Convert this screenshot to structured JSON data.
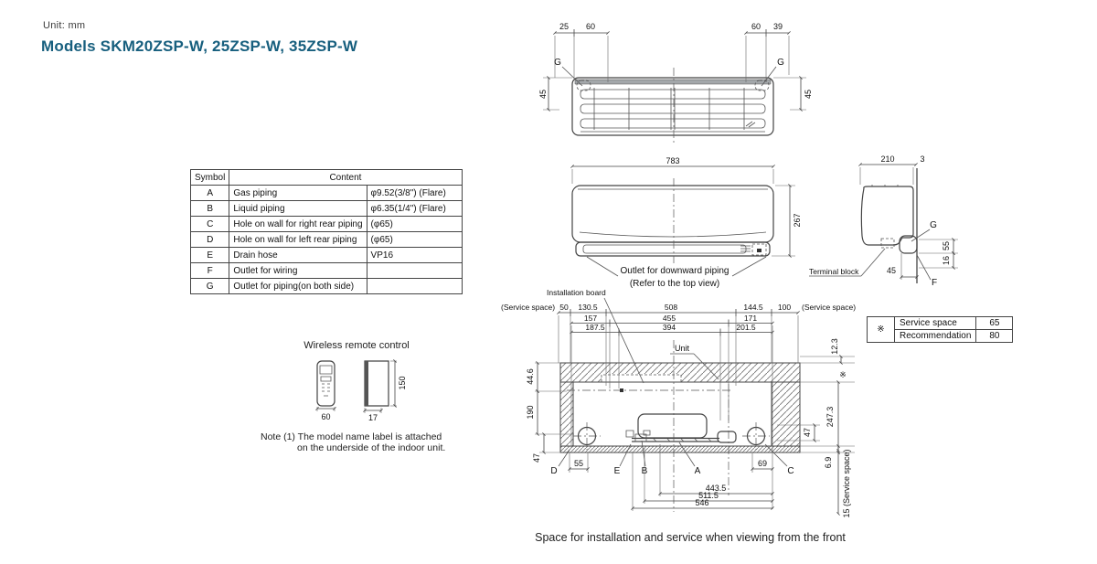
{
  "header": {
    "unit_label": "Unit: mm",
    "title": "Models SKM20ZSP-W, 25ZSP-W, 35ZSP-W"
  },
  "symbol_table": {
    "col_symbol": "Symbol",
    "col_content": "Content",
    "rows": [
      {
        "symbol": "A",
        "label": "Gas piping",
        "value": "φ9.52(3/8\") (Flare)"
      },
      {
        "symbol": "B",
        "label": "Liquid piping",
        "value": "φ6.35(1/4\") (Flare)"
      },
      {
        "symbol": "C",
        "label": "Hole on wall for right rear piping",
        "value": "(φ65)"
      },
      {
        "symbol": "D",
        "label": "Hole on wall for left rear piping",
        "value": "(φ65)"
      },
      {
        "symbol": "E",
        "label": "Drain hose",
        "value": "VP16"
      },
      {
        "symbol": "F",
        "label": "Outlet for wiring",
        "value": ""
      },
      {
        "symbol": "G",
        "label": "Outlet for piping(on both side)",
        "value": ""
      }
    ]
  },
  "remote": {
    "title": "Wireless remote control",
    "width": "60",
    "height": "150",
    "depth": "17",
    "note_line1": "Note (1) The model name label is attached",
    "note_line2": "on the underside of the indoor unit."
  },
  "top_view": {
    "dim_25": "25",
    "dim_60_left": "60",
    "dim_60_right": "60",
    "dim_39": "39",
    "dim_45_left": "45",
    "dim_45_right": "45",
    "g_left": "G",
    "g_right": "G"
  },
  "front_view": {
    "width": "783",
    "height": "267",
    "outlet_label": "Outlet for downward piping",
    "outlet_sub": "(Refer to the top view)"
  },
  "side_view": {
    "depth": "210",
    "wall_gap": "3",
    "terminal_label": "Terminal block",
    "dim_45": "45",
    "dim_55": "55",
    "dim_16": "16",
    "g": "G",
    "f": "F"
  },
  "install": {
    "board_label": "Installation board",
    "service_left": "(Service space)",
    "service_right": "(Service space)",
    "row1": [
      "50",
      "130.5",
      "508",
      "144.5",
      "100"
    ],
    "row2": [
      "157",
      "455",
      "171"
    ],
    "row3": [
      "187.5",
      "394",
      "201.5"
    ],
    "unit_label": "Unit",
    "dim_44_6": "44.6",
    "dim_190": "190",
    "dim_47_left": "47",
    "dim_12_3": "12.3",
    "mark": "※",
    "dim_247_3": "247.3",
    "dim_47_right": "47",
    "dim_6_9": "6.9",
    "dim_15": "15 (Service space)",
    "label_d": "D",
    "dim_55": "55",
    "label_e": "E",
    "label_b": "B",
    "label_a": "A",
    "dim_69": "69",
    "label_c": "C",
    "dim_443_5": "443.5",
    "dim_511_5": "511.5",
    "dim_546": "546"
  },
  "service_table": {
    "mark": "※",
    "rows": [
      {
        "label": "Service space",
        "value": "65"
      },
      {
        "label": "Recommendation",
        "value": "80"
      }
    ]
  },
  "caption": "Space for installation and service when viewing from the front"
}
